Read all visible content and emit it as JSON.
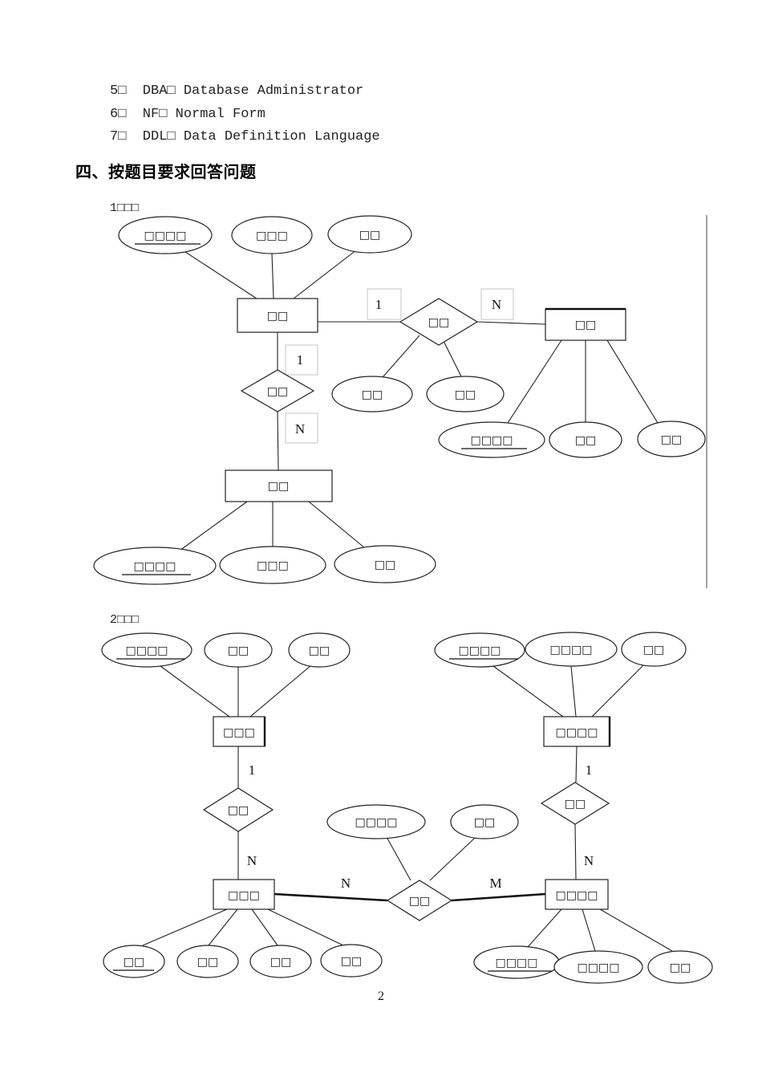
{
  "page": {
    "page_number": "2"
  },
  "glossary": {
    "lines": [
      "5□  DBA□ Database Administrator",
      "6□  NF□ Normal Form",
      "7□  DDL□ Data Definition Language"
    ]
  },
  "heading": {
    "text": "四、按题目要求回答问题"
  },
  "answers": {
    "a1": "1□□□",
    "a2": "2□□□"
  },
  "diagram1": {
    "entity_a": {
      "label": "□□",
      "attributes": [
        "□□□□",
        "□□□",
        "□□"
      ]
    },
    "rel_ab": {
      "label": "□□",
      "card_left": "1",
      "card_right": "N",
      "attributes": [
        "□□",
        "□□"
      ]
    },
    "entity_b": {
      "label": "□□",
      "attributes": [
        "□□□□",
        "□□",
        "□□"
      ]
    },
    "rel_ac": {
      "label": "□□",
      "card_top": "1",
      "card_bottom": "N"
    },
    "entity_c": {
      "label": "□□",
      "attributes": [
        "□□□□",
        "□□□",
        "□□"
      ]
    }
  },
  "diagram2": {
    "left": {
      "entity_top": {
        "label": "□□□",
        "attributes": [
          "□□□□",
          "□□",
          "□□"
        ]
      },
      "rel": {
        "label": "□□",
        "card_top": "1",
        "card_bottom": "N"
      },
      "entity_bottom": {
        "label": "□□□",
        "attributes": [
          "□□",
          "□□",
          "□□",
          "□□"
        ]
      }
    },
    "center": {
      "rel": {
        "label": "□□",
        "card_left": "N",
        "card_right": "M",
        "attributes": [
          "□□□□",
          "□□"
        ]
      }
    },
    "right": {
      "entity_top": {
        "label": "□□□□",
        "attributes": [
          "□□□□",
          "□□□□",
          "□□"
        ]
      },
      "rel": {
        "label": "□□",
        "card_top": "1",
        "card_bottom": "N"
      },
      "entity_bottom": {
        "label": "□□□□",
        "attributes": [
          "□□□□",
          "□□□□",
          "□□"
        ]
      }
    }
  }
}
